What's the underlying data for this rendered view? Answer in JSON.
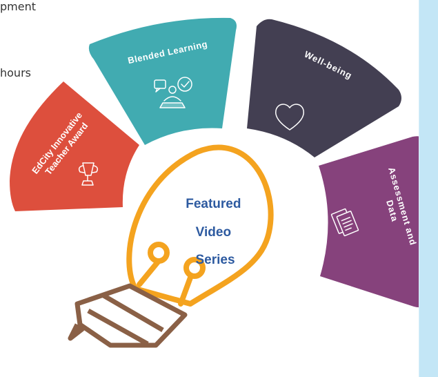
{
  "intro_fragments": {
    "line1": "pment",
    "line2": "hours"
  },
  "wheel": {
    "segments": [
      {
        "id": "edcity",
        "lines": [
          "EdCity Innovative",
          "Teacher Award"
        ],
        "color": "#dd4f3d",
        "icon": "trophy-icon"
      },
      {
        "id": "blended",
        "lines": [
          "Blended Learning"
        ],
        "color": "#41abb1",
        "icon": "video-meeting-icon"
      },
      {
        "id": "wellbeing",
        "lines": [
          "Well-being"
        ],
        "color": "#433f52",
        "icon": "heart-icon"
      },
      {
        "id": "assessment",
        "lines": [
          "Assessment and",
          "Data"
        ],
        "color": "#86427c",
        "icon": "documents-icon"
      }
    ]
  },
  "bulb": {
    "lines": [
      "Featured",
      "Video",
      "Series"
    ],
    "outline_color": "#f4a31f",
    "base_color": "#8a6046",
    "label_color": "#2d5aa0"
  },
  "side_panel_color": "#c3e6f6"
}
